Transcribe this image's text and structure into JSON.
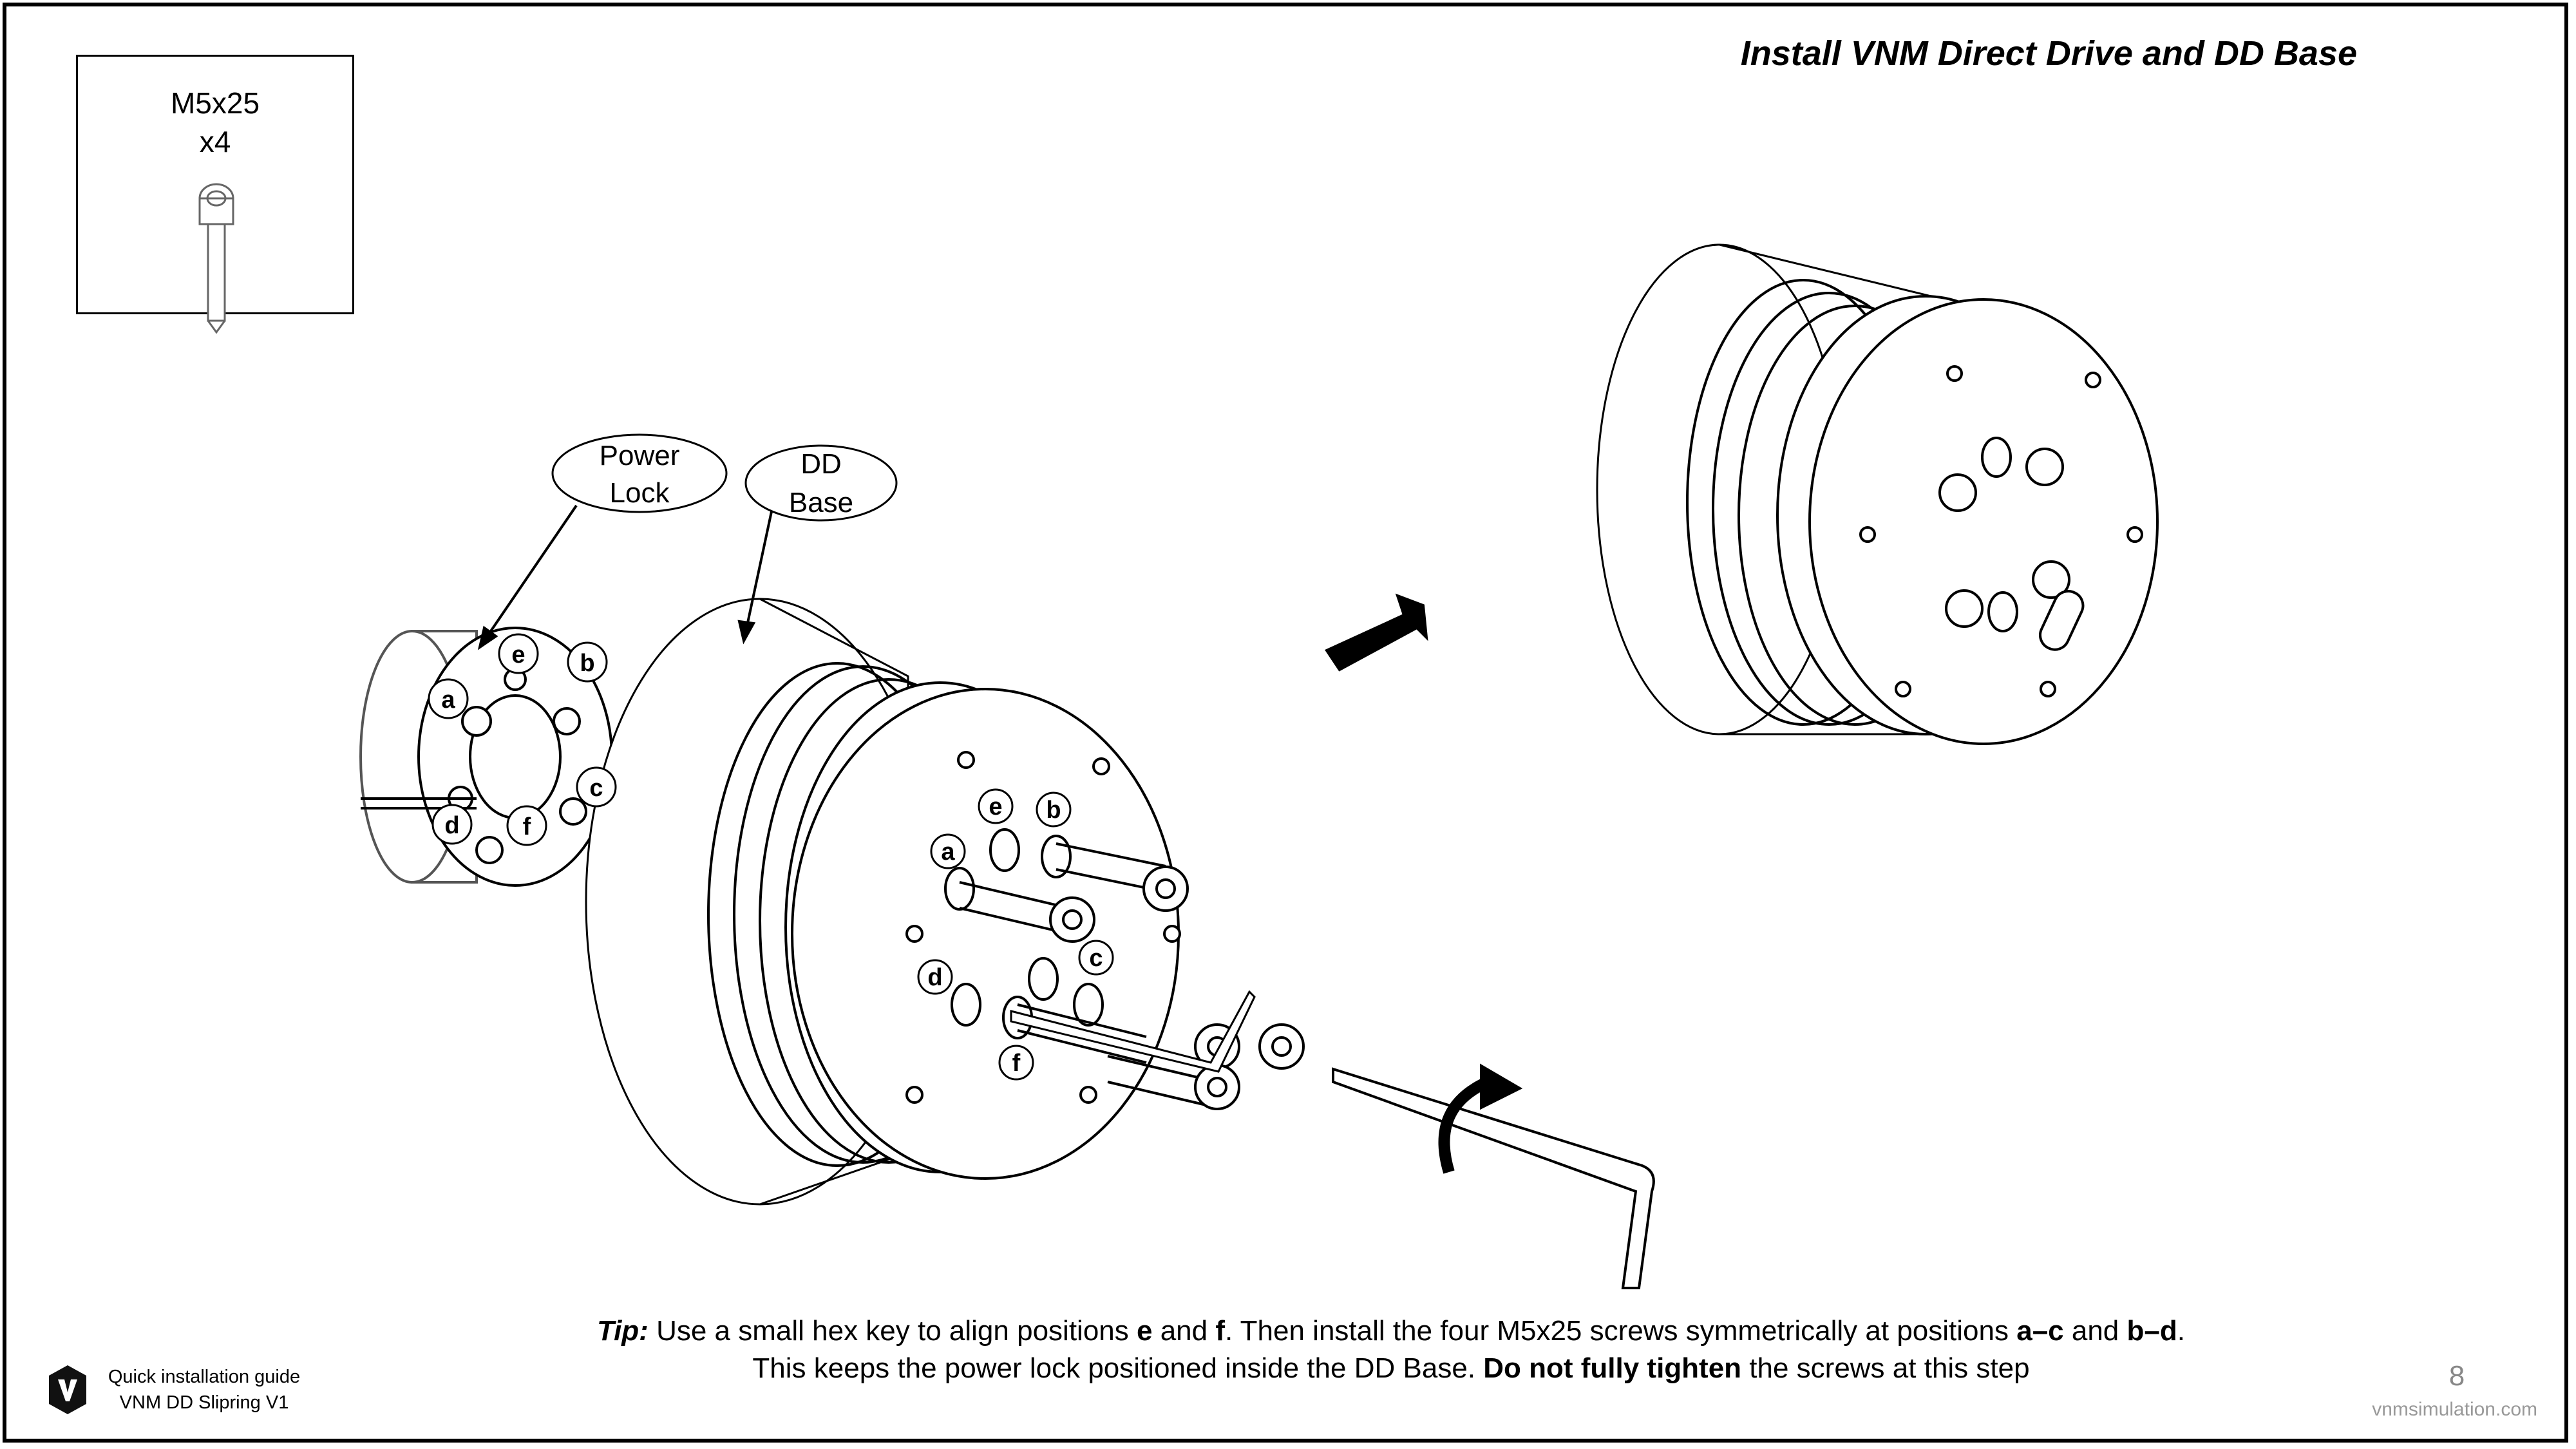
{
  "title": "Install VNM Direct Drive and DD Base",
  "parts": {
    "name": "M5x25",
    "qty": "x4"
  },
  "callouts": {
    "power_lock": [
      "Power",
      "Lock"
    ],
    "dd_base": [
      "DD",
      "Base"
    ]
  },
  "positions_powerlock": [
    "a",
    "b",
    "c",
    "d",
    "e",
    "f"
  ],
  "positions_base": [
    "a",
    "b",
    "c",
    "d",
    "e",
    "f"
  ],
  "tip": {
    "label": "Tip:",
    "t1": " Use a small hex key to align positions ",
    "e": "e",
    "t2": " and ",
    "f": "f",
    "t3": ". Then install the four M5x25 screws symmetrically at positions ",
    "ac": "a–c",
    "t4": " and ",
    "bd": "b–d",
    "t5": ".",
    "t6": "This keeps the power lock positioned inside the DD Base. ",
    "bold2": "Do not fully tighten",
    "t7": " the screws at this step"
  },
  "footer": {
    "line1": "Quick installation guide",
    "line2": "VNM DD Slipring V1",
    "page": "8",
    "site": "vnmsimulation.com"
  },
  "icons": {
    "logo": "vnm-logo-icon",
    "screw": "screw-icon",
    "arrow": "arrow-icon",
    "rotate": "rotate-arrow-icon",
    "hexkey": "hex-key-icon"
  }
}
